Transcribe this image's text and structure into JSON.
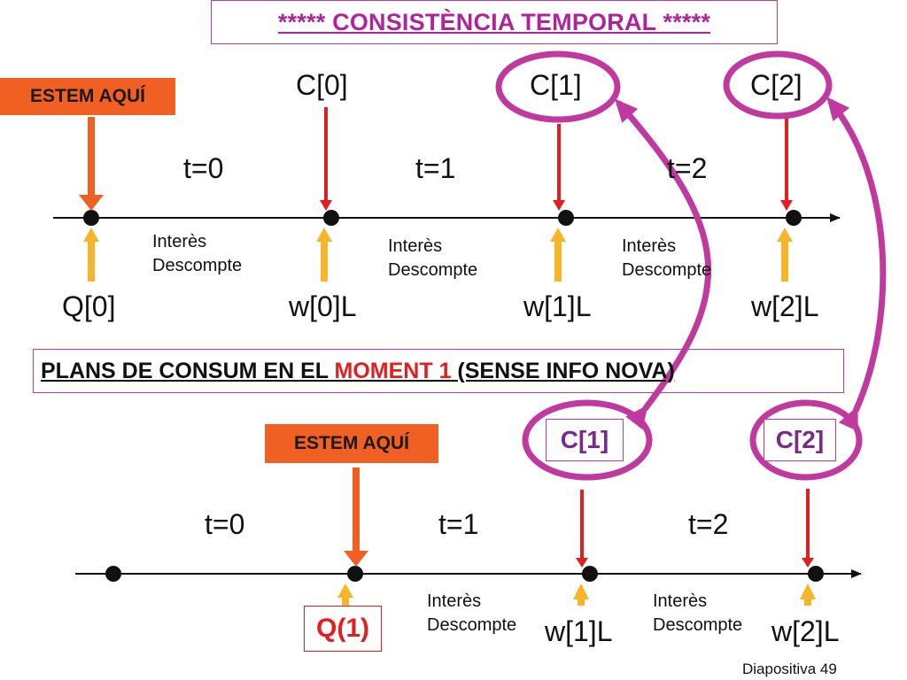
{
  "title": "***** CONSISTÈNCIA TEMPORAL *****",
  "top": {
    "badge": "ESTEM AQUÍ",
    "c_labels": [
      "C[0]",
      "C[1]",
      "C[2]"
    ],
    "t_labels": [
      "t=0",
      "t=1",
      "t=2"
    ],
    "interest_labels": [
      [
        "Interès",
        "Descompte"
      ],
      [
        "Interès",
        "Descompte"
      ],
      [
        "Interès",
        "Descompte"
      ]
    ],
    "bottom_labels": [
      "Q[0]",
      "w[0]L",
      "w[1]L",
      "w[2]L"
    ]
  },
  "plans": {
    "prefix": "PLANS DE CONSUM EN EL ",
    "highlight": "MOMENT 1",
    "suffix": " (SENSE INFO NOVA)"
  },
  "bottom": {
    "badge": "ESTEM AQUÍ",
    "c_labels": [
      "C[1]",
      "C[2]"
    ],
    "t_labels": [
      "t=0",
      "t=1",
      "t=2"
    ],
    "q_label": "Q(1)",
    "interest_labels": [
      [
        "Interès",
        "Descompte"
      ],
      [
        "Interès",
        "Descompte"
      ]
    ],
    "w_labels": [
      "w[1]L",
      "w[2]L"
    ]
  },
  "footer": "Diapositiva 49",
  "colors": {
    "magenta": "#c0399e",
    "red_arrow": "#e02020",
    "orange": "#f06022",
    "yellow_arrow": "#f7b52a"
  }
}
